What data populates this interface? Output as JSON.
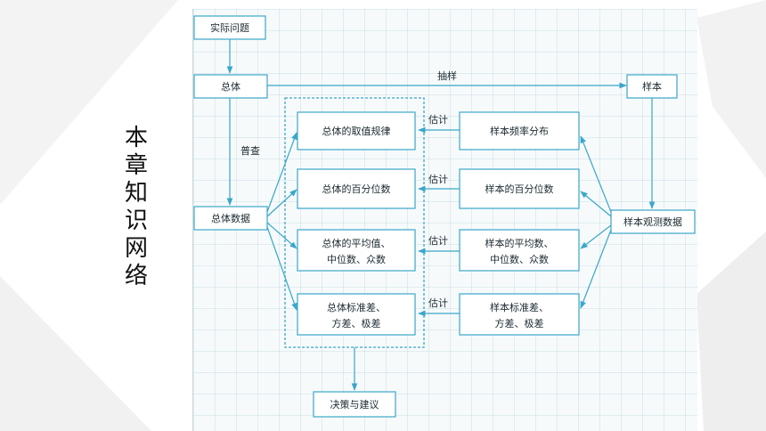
{
  "title_chars": [
    "本",
    "章",
    "知",
    "识",
    "网",
    "络"
  ],
  "nodes": {
    "actual_problem": "实际问题",
    "population": "总体",
    "sample": "样本",
    "population_data": "总体数据",
    "sample_data": "样本观测数据",
    "pop_distribution": "总体的取值规律",
    "pop_percentile": "总体的百分位数",
    "pop_mean_l1": "总体的平均值、",
    "pop_mean_l2": "中位数、众数",
    "pop_std_l1": "总体标准差、",
    "pop_std_l2": "方差、极差",
    "sample_freq": "样本频率分布",
    "sample_percentile": "样本的百分位数",
    "sample_mean_l1": "样本的平均数、",
    "sample_mean_l2": "中位数、众数",
    "sample_std_l1": "样本标准差、",
    "sample_std_l2": "方差、极差",
    "decision": "决策与建议"
  },
  "edge_labels": {
    "sampling": "抽样",
    "census": "普查",
    "estimate": [
      "估计",
      "估计",
      "估计",
      "估计"
    ]
  },
  "colors": {
    "box_border": "#3aa7c9",
    "box_fill": "#ffffff",
    "arrow": "#3aa7c9",
    "dashed": "#3aa7c9"
  }
}
